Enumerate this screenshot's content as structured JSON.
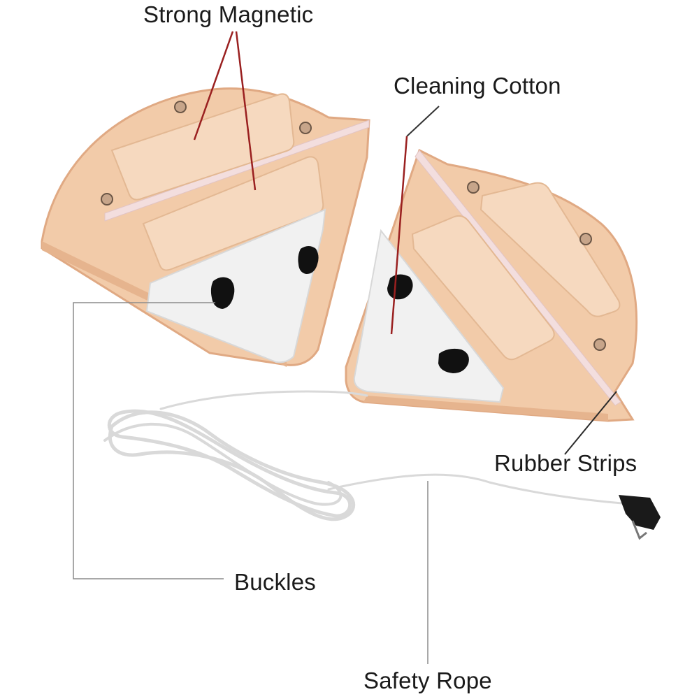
{
  "labels": {
    "strong_magnetic": "Strong Magnetic",
    "cleaning_cotton": "Cleaning Cotton",
    "rubber_strips": "Rubber Strips",
    "buckles": "Buckles",
    "safety_rope": "Safety Rope"
  },
  "colors": {
    "body": "#f2cba9",
    "body_dark": "#e4b08a",
    "magnet_pad": "#f6d9bf",
    "cotton": "#f1f1f1",
    "rubber_strip": "#f3dede",
    "buckle": "#111111",
    "callout_line_red": "#8a1a1a",
    "callout_line_gray": "#8c8c8c",
    "rope": "#d9d9d9"
  }
}
